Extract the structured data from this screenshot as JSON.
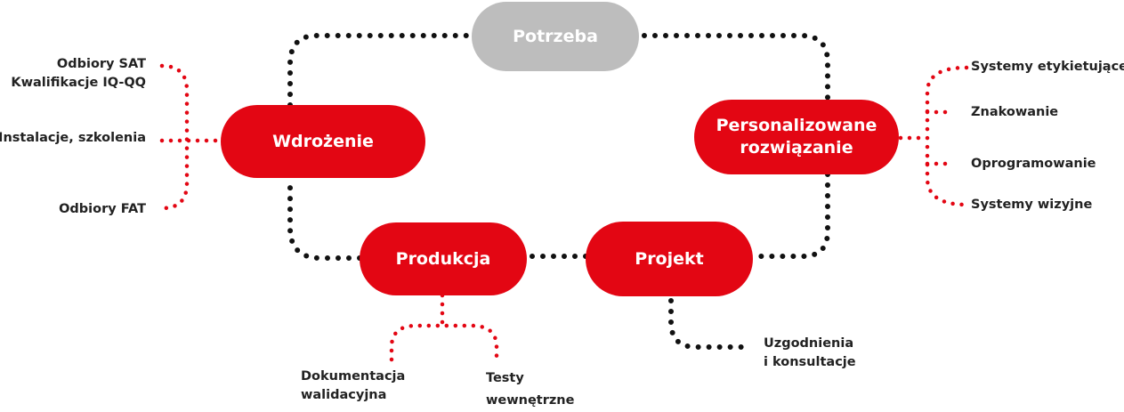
{
  "colors": {
    "accent_red": "#e30613",
    "neutral_grey": "#bdbdbd",
    "dot_black": "#111111",
    "label_text": "#222222"
  },
  "nodes": {
    "potrzeba": "Potrzeba",
    "personalizowane_line1": "Personalizowane",
    "personalizowane_line2": "rozwiązanie",
    "projekt": "Projekt",
    "produkcja": "Produkcja",
    "wdrozenie": "Wdrożenie"
  },
  "labels": {
    "wdrozenie_branch": {
      "sat": "Odbiory SAT",
      "iq": "Kwalifikacje IQ-QQ",
      "instalacje": "Instalacje, szkolenia",
      "fat": "Odbiory FAT"
    },
    "personalizowane_branch": {
      "etykietujace": "Systemy etykietujące",
      "znakowanie": "Znakowanie",
      "oprogramowanie": "Oprogramowanie",
      "wizyjne": "Systemy wizyjne"
    },
    "produkcja_branch": {
      "dok_line1": "Dokumentacja",
      "dok_line2": "walidacyjna",
      "testy_line1": "Testy",
      "testy_line2": "wewnętrzne"
    },
    "projekt_branch": {
      "uzg_line1": "Uzgodnienia",
      "uzg_line2": "i konsultacje"
    }
  }
}
